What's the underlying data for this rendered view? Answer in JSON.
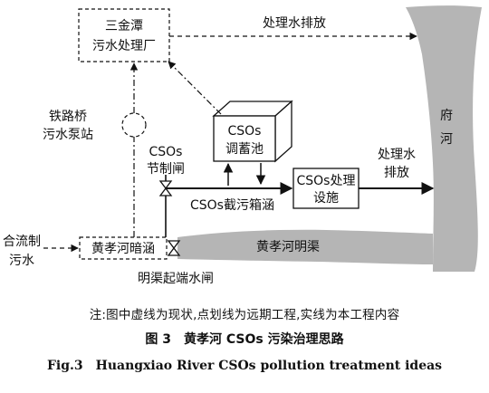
{
  "nodes": {
    "treatment_plant": [
      "三金潭",
      "污水处理厂"
    ],
    "pump_station": [
      "铁路桥",
      "污水泵站"
    ],
    "storage_tank": [
      "CSOs",
      "调蓄池"
    ],
    "cso_facility": [
      "CSOs处理",
      "设施"
    ],
    "regulating_gate": [
      "CSOs",
      "节制闸"
    ],
    "culvert": "黄孝河暗涵",
    "combined_sewage": [
      "合流制",
      "污水"
    ],
    "gate": "明渠起端水闸",
    "river": [
      "府",
      "河"
    ],
    "open_channel": "黄孝河明渠",
    "interception_culvert": "CSOs截污箱涵",
    "discharge_top": "处理水排放",
    "discharge_right": [
      "处理水",
      "排放"
    ]
  },
  "captions": {
    "note": "注:图中虚线为现状,点划线为远期工程,实线为本工程内容",
    "title_cn": "图 3　黄孝河 CSOs 污染治理思路",
    "title_en": "Fig.3　Huangxiao River CSOs pollution treatment ideas"
  }
}
